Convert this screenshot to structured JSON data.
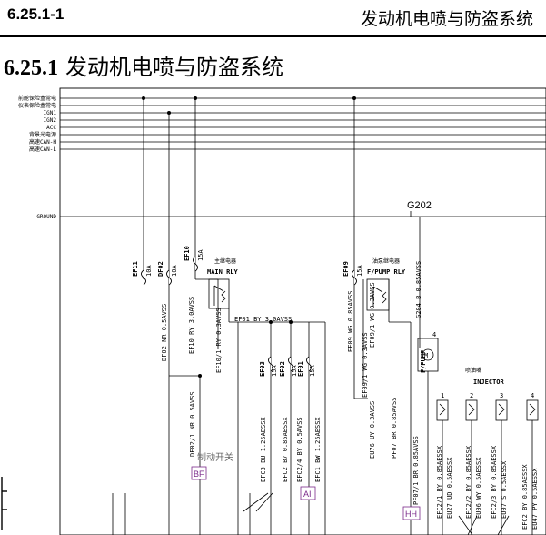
{
  "header": {
    "number": "6.25.1-1",
    "title": "发动机电喷与防盗系统"
  },
  "section": {
    "number": "6.25.1",
    "title": "发动机电喷与防盗系统"
  },
  "rails": [
    "前舱保险盒常电",
    "仪表保险盒常电",
    "IGN1",
    "IGN2",
    "ACC",
    "背景光电源",
    "高速CAN-H",
    "高速CAN-L"
  ],
  "ground_label": "GROUND",
  "ground_point": "G202",
  "fuses": {
    "ef11": {
      "id": "EF11",
      "amp": "10A"
    },
    "df02": {
      "id": "DF02",
      "amp": "10A"
    },
    "ef10": {
      "id": "EF10",
      "amp": "15A"
    },
    "ef09": {
      "id": "EF09",
      "amp": "15A"
    },
    "ef03": {
      "id": "EF03",
      "amp": "15A"
    },
    "ef02": {
      "id": "EF02",
      "amp": "15A"
    },
    "ef01": {
      "id": "EF01",
      "amp": "15A"
    }
  },
  "relays": {
    "main": {
      "cn": "主继电器",
      "name": "MAIN RLY"
    },
    "fpump": {
      "cn": "油泵继电器",
      "name": "F/PUMP RLY"
    }
  },
  "pump": {
    "name": "F/PUMP",
    "pin": "4"
  },
  "injector": {
    "cn": "喷油嘴",
    "name": "INJECTOR",
    "pins": [
      "1",
      "2",
      "3",
      "4"
    ]
  },
  "wires": {
    "df02": "DF02 NR 0.5AVSS",
    "df02_1": "DF02/1 NR 0.5AVSS",
    "ef10": "EF10 RY 3.0AVSS",
    "ef10_1": "EF10/1 RY 0.3AVSS",
    "ef01_bus": "EF01 BY 3.0AVSS",
    "ef09": "EF09 WG 0.85AVSS",
    "ef09_1": "EF09/1 WG 0.3AVSS",
    "ef09_1b": "EF09/1 WG 0.3AVSS",
    "g204": "G204 B 0.85AVSS",
    "efc3": "EFC3 BU 1.25AESSX",
    "efc2": "EFC2 B7 0.85AESSX",
    "efc2_4": "EFC2/4 BY 0.5AVSS",
    "efc1": "EFC1 BW 1.25AESSX",
    "eu76": "EU76 UY 0.3AVSS",
    "pf07": "PF07 BR 0.85AVSS",
    "pf07_1": "PF07/1 BR 0.85AVSS",
    "inj1a": "EFC2/1 BY 0.85AESSX",
    "inj1b": "EU27 UD 0.5AESSX",
    "inj2a": "EFC2/2 BY 0.85AESSX",
    "inj2b": "EU06 WY 0.5AESSX",
    "inj3a": "EFC2/3 BY 0.85AESSX",
    "inj3b": "EU07 S 0.5AESSX",
    "inj4a": "EFC2 BY 0.85AESSX",
    "inj4b": "EU47 PY 0.5AESSX"
  },
  "annotations": {
    "brake_switch": "制动开关"
  },
  "connectors": {
    "bf": "BF",
    "ai": "AI",
    "hh": "HH"
  }
}
